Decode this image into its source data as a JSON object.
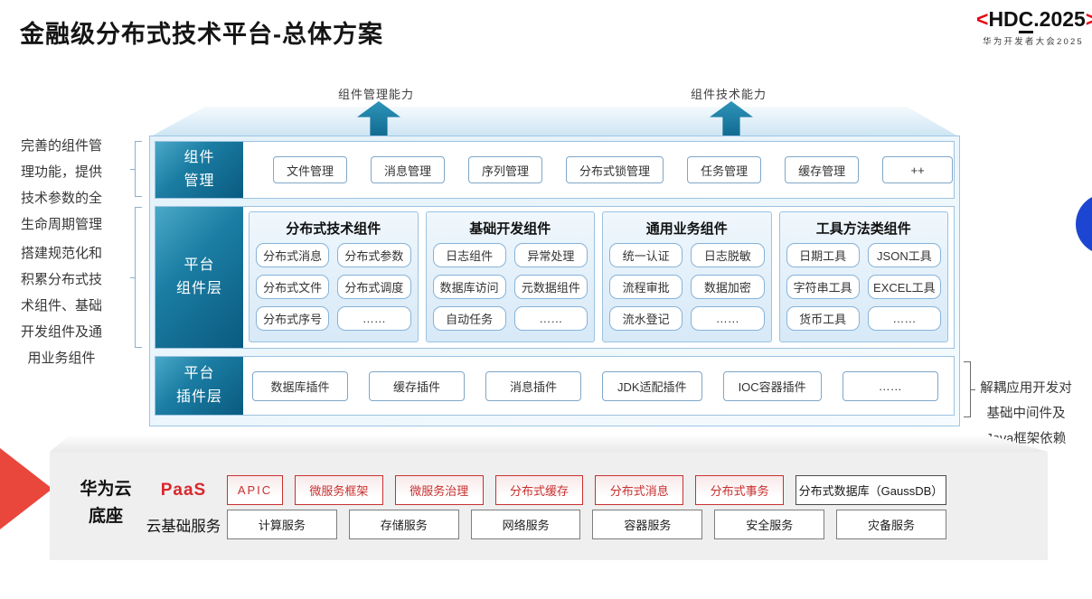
{
  "title": "金融级分布式技术平台-总体方案",
  "logo": {
    "bracket_left": "<",
    "name_head": "HD",
    "name_c": "C",
    "name_tail": ".2025",
    "bracket_right": ">",
    "subtitle": "华为开发者大会2025"
  },
  "capability_arrows": {
    "left": "组件管理能力",
    "right": "组件技术能力"
  },
  "left_notes": {
    "note1_lines": [
      "完善的组件管",
      "理功能，提供",
      "技术参数的全",
      "生命周期管理"
    ],
    "note2_lines": [
      "搭建规范化和",
      "积累分布式技",
      "术组件、基础",
      "开发组件及通",
      "用业务组件"
    ]
  },
  "right_note_lines": [
    "解耦应用开发对",
    "基础中间件及",
    "Java框架依赖"
  ],
  "platform": {
    "management": {
      "label_lines": [
        "组件",
        "管理"
      ],
      "items": [
        "文件管理",
        "消息管理",
        "序列管理",
        "分布式锁管理",
        "任务管理",
        "缓存管理",
        "++"
      ]
    },
    "components": {
      "label_lines": [
        "平台",
        "组件层"
      ],
      "groups": [
        {
          "title": "分布式技术组件",
          "items": [
            "分布式消息",
            "分布式参数",
            "分布式文件",
            "分布式调度",
            "分布式序号",
            "……"
          ]
        },
        {
          "title": "基础开发组件",
          "items": [
            "日志组件",
            "异常处理",
            "数据库访问",
            "元数据组件",
            "自动任务",
            "……"
          ]
        },
        {
          "title": "通用业务组件",
          "items": [
            "统一认证",
            "日志脱敏",
            "流程审批",
            "数据加密",
            "流水登记",
            "……"
          ]
        },
        {
          "title": "工具方法类组件",
          "items": [
            "日期工具",
            "JSON工具",
            "字符串工具",
            "EXCEL工具",
            "货币工具",
            "……"
          ]
        }
      ]
    },
    "plugins": {
      "label_lines": [
        "平台",
        "插件层"
      ],
      "items": [
        "数据库插件",
        "缓存插件",
        "消息插件",
        "JDK适配插件",
        "IOC容器插件",
        "……"
      ]
    }
  },
  "foundation": {
    "label_lines": [
      "华为云",
      "底座"
    ],
    "paas": {
      "label": "PaaS",
      "items": [
        "APIC",
        "微服务框架",
        "微服务治理",
        "分布式缓存",
        "分布式消息",
        "分布式事务"
      ],
      "db": "分布式数据库（GaussDB）"
    },
    "iaas": {
      "label": "云基础服务",
      "items": [
        "计算服务",
        "存储服务",
        "网络服务",
        "容器服务",
        "安全服务",
        "灾备服务"
      ]
    }
  },
  "colors": {
    "accent_teal": "#0a5a80",
    "accent_red": "#e60012",
    "box_red": "#c8302f",
    "circle_blue": "#1c46d2"
  }
}
